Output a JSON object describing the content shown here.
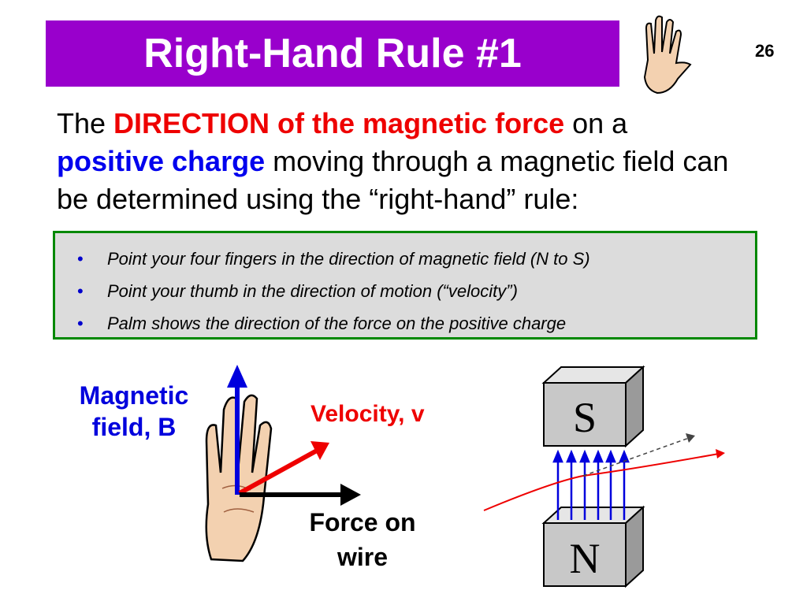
{
  "slide": {
    "title": "Right-Hand Rule #1",
    "page_number": "26",
    "intro": {
      "part1": "The ",
      "highlight1": "DIRECTION of the magnetic force",
      "part2": " on a ",
      "highlight2": "positive charge",
      "part3": " moving through a magnetic field can be determined using the “right-hand” rule:"
    },
    "rules": [
      "Point your four fingers in the direction of magnetic field (N to S)",
      "Point your thumb in the direction of motion (“velocity”)",
      "Palm shows the direction of the force on the positive charge"
    ],
    "bullet_symbol": "•",
    "diagram_labels": {
      "magnetic_field_line1": "Magnetic",
      "magnetic_field_line2": "field, B",
      "velocity": "Velocity, v",
      "force_line1": "Force on",
      "force_line2": "wire"
    },
    "magnet": {
      "top_pole": "S",
      "bottom_pole": "N"
    },
    "icons": [
      "raised-hand-icon",
      "right-hand-diagram-icon"
    ],
    "colors": {
      "title_bg": "#9900cc",
      "highlight_red": "#ee0000",
      "highlight_blue": "#0000ee",
      "box_border": "#008800",
      "box_bg": "#dcdcdc",
      "field_arrow": "#0000dd",
      "velocity_arrow": "#ee0000",
      "force_arrow": "#000000",
      "magnet_gray": "#c8c8c8"
    }
  }
}
